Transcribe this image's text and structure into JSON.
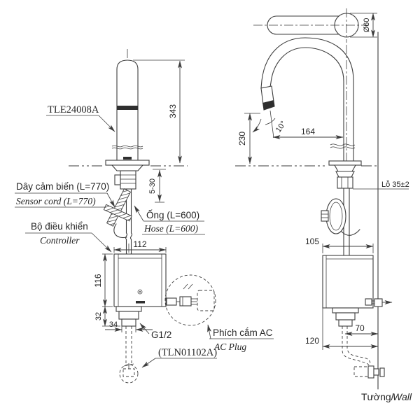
{
  "drawing": {
    "kind": "faucet installation technical drawing",
    "product_code": "TLE24008A",
    "stop_valve_code": "(TLN01102A)",
    "labels": {
      "sensor_cord_vi": "Dây cảm biến (L=770)",
      "sensor_cord_en": "Sensor cord (L=770)",
      "controller_vi": "Bộ điều khiển",
      "controller_en": "Controller",
      "hose_vi": "Ống (L=600)",
      "hose_en": "Hose (L=600)",
      "ac_plug_vi": "Phích cắm AC",
      "ac_plug_en": "AC Plug",
      "thread": "G1/2",
      "hole": "Lỗ 35±2",
      "wall_vi": "Tường/",
      "wall_en": "Wall"
    },
    "dims": {
      "spout_height": "343",
      "deck_thickness": "5-30",
      "spout_diameter": "Ø60",
      "outlet_height": "230",
      "reach": "164",
      "outlet_angle": "10°",
      "controller_width_front": "112",
      "controller_height": "116",
      "fitting_height": "32",
      "fitting_width": "34",
      "controller_depth_side": "105",
      "supply_to_wall": "70",
      "controller_to_wall": "120"
    },
    "colors": {
      "line": "#3d3d3d",
      "text": "#262626",
      "background": "#ffffff"
    }
  }
}
